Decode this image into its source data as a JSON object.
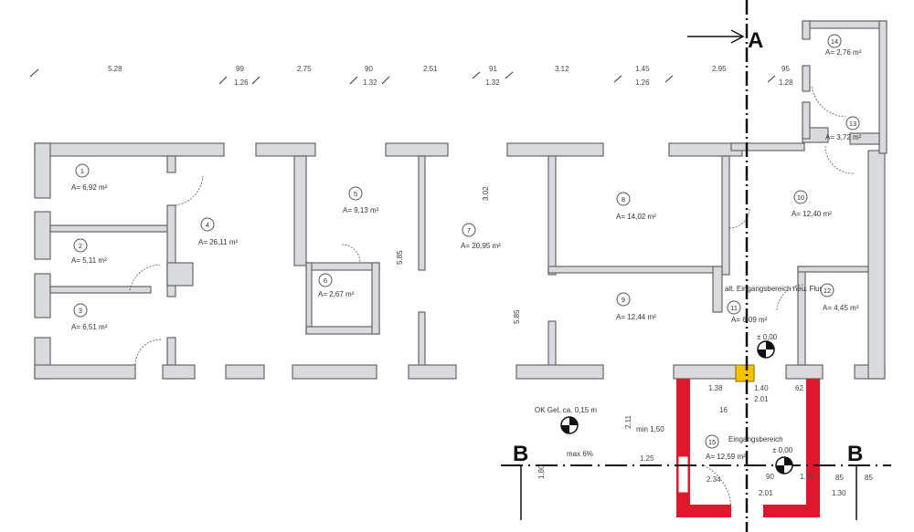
{
  "title_sections": {
    "section_a": "A",
    "section_b": "B"
  },
  "top_dimensions": [
    {
      "top": "5.28",
      "bottom": ""
    },
    {
      "top": "99",
      "bottom": "1.26"
    },
    {
      "top": "2.75",
      "bottom": ""
    },
    {
      "top": "90",
      "bottom": "1.32"
    },
    {
      "top": "2.51",
      "bottom": ""
    },
    {
      "top": "91",
      "bottom": "1.32"
    },
    {
      "top": "3.12",
      "bottom": ""
    },
    {
      "top": "1.45",
      "bottom": "1.26"
    },
    {
      "top": "2.95",
      "bottom": ""
    },
    {
      "top": "95",
      "bottom": "1.28"
    }
  ],
  "rooms": [
    {
      "num": "1",
      "area": "A= 6,92 m²"
    },
    {
      "num": "2",
      "area": "A= 5,11 m²"
    },
    {
      "num": "3",
      "area": "A= 6,51 m²"
    },
    {
      "num": "4",
      "area": "A= 26,11 m²"
    },
    {
      "num": "5",
      "area": "A= 9,13 m²"
    },
    {
      "num": "6",
      "area": "A= 2,67 m²"
    },
    {
      "num": "7",
      "area": "A= 20,95 m²"
    },
    {
      "num": "8",
      "area": "A= 14,02 m²"
    },
    {
      "num": "9",
      "area": "A= 12,44 m²"
    },
    {
      "num": "10",
      "area": "A= 12,40 m²"
    },
    {
      "num": "11",
      "area": "A= 6,09 m²",
      "name": "alt. Eingangsbereich neu. Flur"
    },
    {
      "num": "12",
      "area": "A= 4,45 m²"
    },
    {
      "num": "13",
      "area": "A= 3,72 m²"
    },
    {
      "num": "14",
      "area": "A= 2,76 m²"
    },
    {
      "num": "15",
      "area": "A= 12,59 m²",
      "name": "Eingangsbereich"
    }
  ],
  "annotations": {
    "ok_gel": "OK Gel. ca. 0,15 m",
    "max_slope": "max 6%",
    "min_width": "min 1,50",
    "level_entry": "± 0,00",
    "level_hall": "± 0,00",
    "wall_heights": [
      "3.02",
      "5.85",
      "5.85"
    ],
    "entry_dims": [
      "1.38",
      "1.40",
      "2.01",
      "62",
      "16",
      "1.25",
      "2.34",
      "90",
      "2.01",
      "1.10",
      "85",
      "85",
      "1.30",
      "2.11",
      "1.80"
    ]
  }
}
